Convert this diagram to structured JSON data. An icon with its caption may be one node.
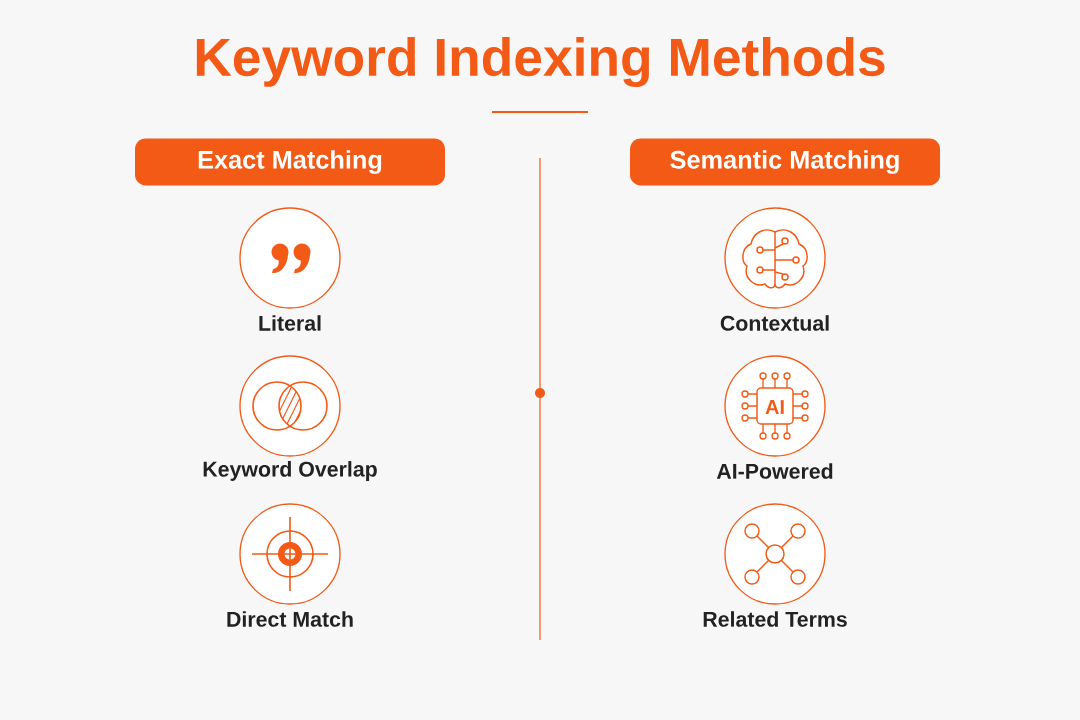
{
  "diagram": {
    "title": "Keyword Indexing Methods",
    "nodes": [
      {
        "text": [
          "Exact Matching"
        ]
      },
      {
        "text": [
          "Semantic Matching"
        ]
      },
      {
        "text": [
          "Literal"
        ]
      },
      {
        "text": [
          "Keyword Overlap"
        ]
      },
      {
        "text": [
          "Direct Match"
        ]
      },
      {
        "text": [
          "Contextual"
        ]
      },
      {
        "text": [
          "AI-Powered"
        ]
      },
      {
        "text": [
          "Related Terms"
        ]
      }
    ],
    "labels": [
      "AI"
    ]
  }
}
